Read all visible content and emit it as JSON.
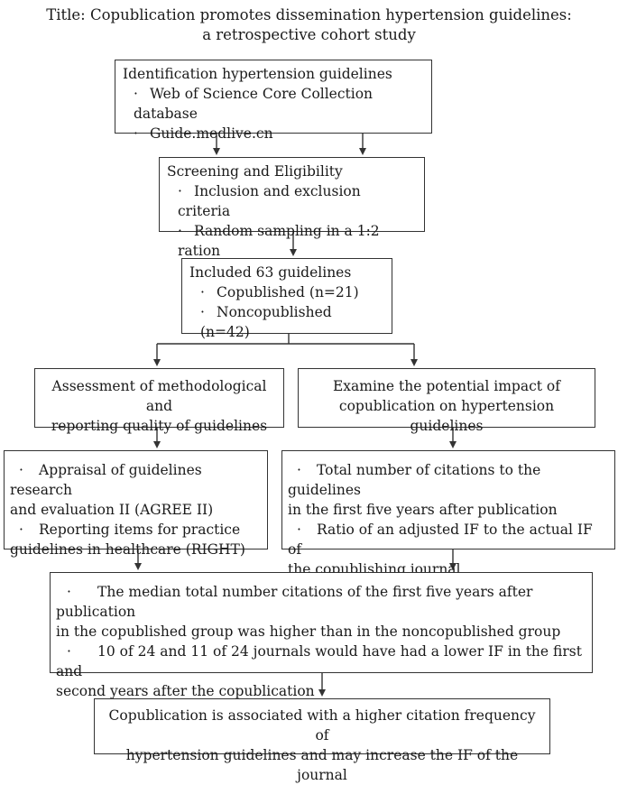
{
  "title": {
    "line1": "Title: Copublication promotes dissemination hypertension guidelines:",
    "line2": "a retrospective cohort study"
  },
  "identification": {
    "heading": "Identification hypertension guidelines",
    "items": [
      "Web of Science Core Collection database",
      "Guide.medlive.cn"
    ]
  },
  "screening": {
    "heading": "Screening and Eligibility",
    "items": [
      "Inclusion and exclusion criteria",
      "Random sampling in a 1:2 ration"
    ]
  },
  "included": {
    "heading": "Included 63 guidelines",
    "items": [
      "Copublished (n=21)",
      "Noncopublished (n=42)"
    ]
  },
  "assessment": {
    "lines": [
      "Assessment of methodological and",
      "reporting quality of guidelines"
    ]
  },
  "impact": {
    "lines": [
      "Examine the potential impact of",
      "copublication on hypertension guidelines"
    ]
  },
  "appraisal": {
    "items": [
      [
        "Appraisal of guidelines research",
        "and evaluation II (AGREE II)"
      ],
      [
        "Reporting items for practice",
        "guidelines in healthcare (RIGHT)"
      ]
    ]
  },
  "citations": {
    "items": [
      [
        "Total number of citations to the guidelines",
        "in the first five years after publication"
      ],
      [
        "Ratio of an adjusted IF to the actual IF of",
        "the copublishing journal"
      ]
    ]
  },
  "results": {
    "items": [
      [
        "The median total number citations of the first five years after publication",
        "in the copublished group was higher than in the noncopublished group"
      ],
      [
        "10 of 24 and 11 of 24 journals would have had a lower IF in the first and",
        "second years after the copublication"
      ]
    ]
  },
  "conclusion": {
    "lines": [
      "Copublication is associated with a higher citation frequency of",
      "hypertension guidelines and may increase the IF of the journal"
    ]
  }
}
